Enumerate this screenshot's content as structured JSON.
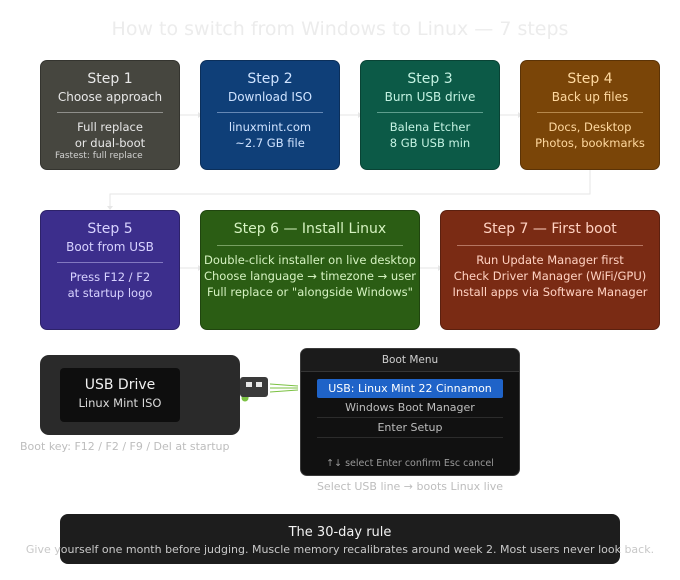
{
  "title": "How to switch from Windows to Linux — 7 steps",
  "steps": [
    {
      "name": "Step 1",
      "sub": "Choose approach",
      "lines": [
        "Full replace",
        "or dual-boot"
      ],
      "note": "Fastest: full replace"
    },
    {
      "name": "Step 2",
      "sub": "Download ISO",
      "lines": [
        "linuxmint.com",
        "~2.7 GB file"
      ]
    },
    {
      "name": "Step 3",
      "sub": "Burn USB drive",
      "lines": [
        "Balena Etcher",
        "8 GB USB min"
      ]
    },
    {
      "name": "Step 4",
      "sub": "Back up files",
      "lines": [
        "Docs, Desktop",
        "Photos, bookmarks"
      ]
    },
    {
      "name": "Step 5",
      "sub": "Boot from USB",
      "lines": [
        "Press F12 / F2",
        "at startup logo"
      ]
    },
    {
      "name": "Step 6 — Install Linux",
      "lines": [
        "Double-click installer on live desktop",
        "Choose language → timezone → user",
        "Full replace or \"alongside Windows\""
      ]
    },
    {
      "name": "Step 7 — First boot",
      "lines": [
        "Run Update Manager first",
        "Check Driver Manager (WiFi/GPU)",
        "Install apps via Software Manager"
      ]
    }
  ],
  "usb": {
    "title": "USB Drive",
    "subtitle": "Linux Mint ISO",
    "caption": "Boot key: F12 / F2 / F9 / Del at startup"
  },
  "boot_menu": {
    "header": "Boot Menu",
    "options": [
      "USB: Linux Mint 22 Cinnamon",
      "Windows Boot Manager",
      "Enter Setup"
    ],
    "footer": "↑↓ select  Enter confirm  Esc cancel",
    "caption": "Select USB line → boots Linux live"
  },
  "rule": {
    "title": "The 30-day rule",
    "text": "Give yourself one month before judging. Muscle memory recalibrates around week 2. Most users never look back."
  },
  "colors": {
    "step1": "#46463f",
    "step2": "#0f3f78",
    "step3": "#0c5a47",
    "step4": "#7a4508",
    "step5": "#3c2e8c",
    "step6": "#2b5d14",
    "step7": "#7a2b14",
    "boot_selected": "#1f63c8",
    "usb_signal": "#7bc142"
  }
}
